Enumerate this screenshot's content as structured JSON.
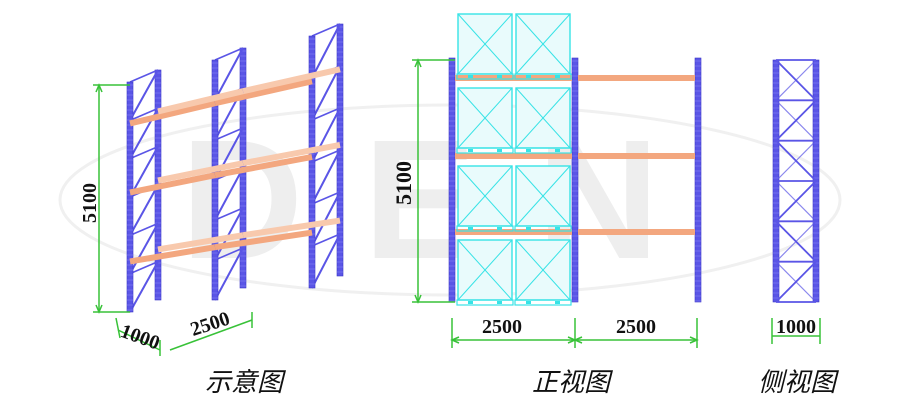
{
  "colors": {
    "upright": "#5a55e6",
    "upright_dark": "#3b36c8",
    "beam": "#f3a77f",
    "beam_light": "#f8c9ad",
    "pallet": "#37e3e6",
    "pallet_fill": "#e9fbfc",
    "dimension": "#38c238",
    "watermark": "#ececec"
  },
  "watermark": {
    "text": "DEN"
  },
  "views": {
    "perspective": {
      "caption": "示意图",
      "dims": {
        "height": "5100",
        "depth": "1000",
        "width": "2500"
      }
    },
    "front": {
      "caption": "正视图",
      "dims": {
        "height": "5100",
        "bay_left": "2500",
        "bay_right": "2500"
      }
    },
    "side": {
      "caption": "侧视图",
      "dims": {
        "depth": "1000"
      }
    }
  }
}
